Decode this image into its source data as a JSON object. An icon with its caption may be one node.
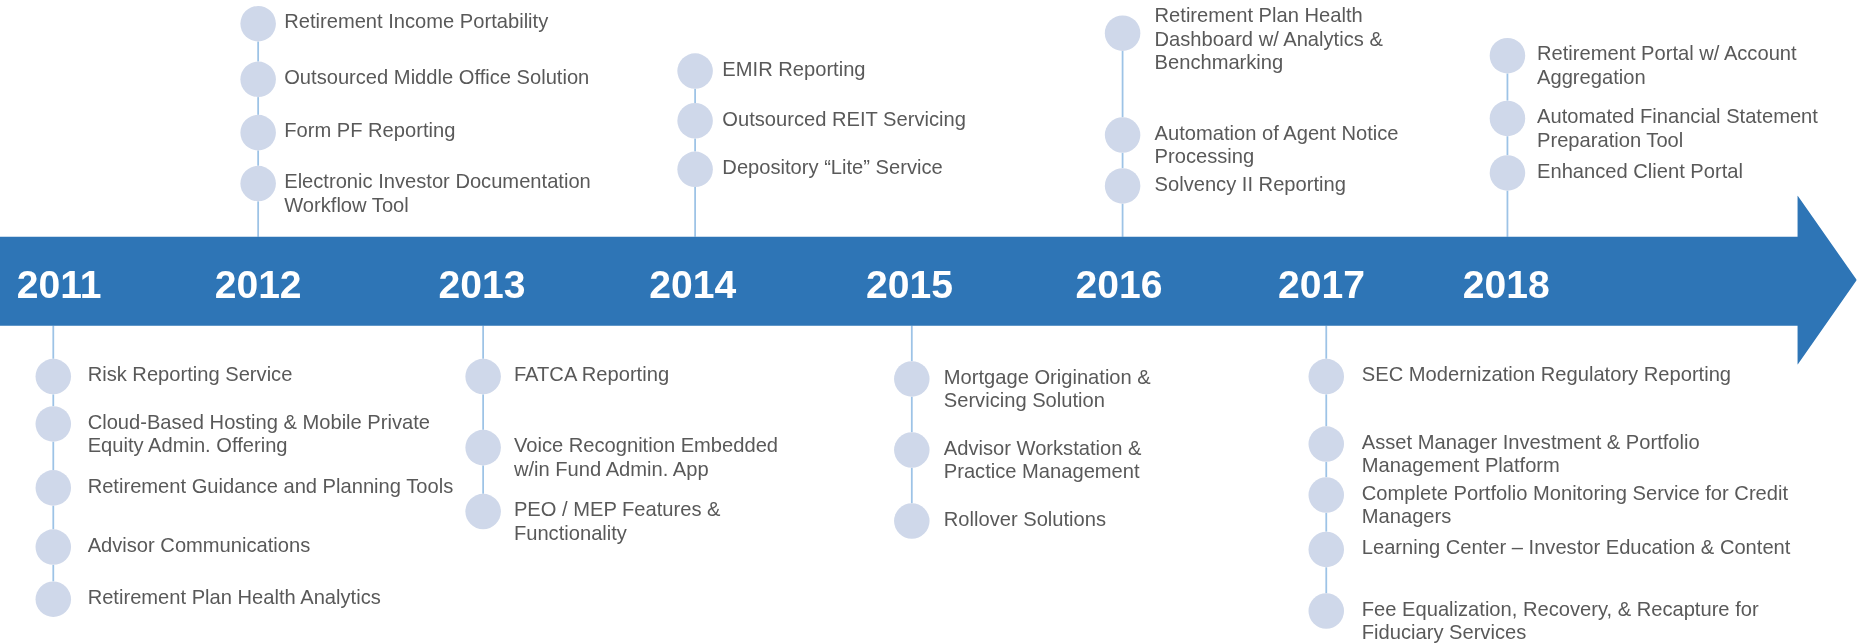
{
  "diagram": {
    "nodes": [
      {
        "text": [],
        "shape": "arrow"
      },
      {
        "text": [
          "2011"
        ],
        "in": 0
      },
      {
        "text": [
          "Risk Reporting Service"
        ]
      },
      {
        "text": [
          "Cloud-Based Hosting & Mobile Private Equity Admin. Offering"
        ]
      },
      {
        "text": [
          "Retirement Guidance and Planning Tools"
        ]
      },
      {
        "text": [
          "Advisor Communications"
        ]
      },
      {
        "text": [
          "Retirement Plan Health Analytics"
        ]
      },
      {
        "text": [
          "2012"
        ],
        "in": 0
      },
      {
        "text": [
          "Retirement Income Portability"
        ]
      },
      {
        "text": [
          "Outsourced Middle Office Solution"
        ]
      },
      {
        "text": [
          "Form PF Reporting"
        ]
      },
      {
        "text": [
          "Electronic Investor Documentation Workflow Tool"
        ]
      },
      {
        "text": [
          "2013"
        ],
        "in": 0
      },
      {
        "text": [
          "FATCA Reporting"
        ]
      },
      {
        "text": [
          "Voice Recognition Embedded w/in Fund Admin. App"
        ]
      },
      {
        "text": [
          "PEO / MEP Features & Functionality"
        ]
      },
      {
        "text": [
          "2014"
        ],
        "in": 0
      },
      {
        "text": [
          "EMIR Reporting"
        ]
      },
      {
        "text": [
          "Outsourced REIT Servicing"
        ]
      },
      {
        "text": [
          "Depository “Lite” Service"
        ]
      },
      {
        "text": [
          "2015"
        ],
        "in": 0
      },
      {
        "text": [
          "Mortgage Origination & Servicing Solution"
        ]
      },
      {
        "text": [
          "Advisor Workstation & Practice Management"
        ]
      },
      {
        "text": [
          "Rollover Solutions"
        ]
      },
      {
        "text": [
          "2016"
        ],
        "in": 0
      },
      {
        "text": [
          "Retirement Plan Health Dashboard w/ Analytics & Benchmarking"
        ]
      },
      {
        "text": [
          "Automation of Agent Notice Processing"
        ]
      },
      {
        "text": [
          "Solvency II Reporting"
        ]
      },
      {
        "text": [
          "2017"
        ],
        "in": 0
      },
      {
        "text": [
          "SEC Modernization Regulatory Reporting"
        ]
      },
      {
        "text": [
          "Asset Manager Investment & Portfolio Management Platform"
        ]
      },
      {
        "text": [
          "Complete Portfolio Monitoring Service for Credit Managers"
        ]
      },
      {
        "text": [
          "Learning Center – Investor Education & Content"
        ]
      },
      {
        "text": [
          "Fee Equalization, Recovery, & Recapture for Fiduciary Services"
        ]
      },
      {
        "text": [
          "2018"
        ],
        "in": 0
      },
      {
        "text": [
          "Retirement Portal w/ Account Aggregation"
        ]
      },
      {
        "text": [
          "Automated Financial Statement Preparation Tool"
        ]
      },
      {
        "text": [
          "Enhanced Client Portal"
        ]
      }
    ],
    "edges": [
      {
        "from": 0,
        "to": 2,
        "arrow": "none"
      },
      {
        "from": 2,
        "to": 3,
        "arrow": "none"
      },
      {
        "from": 3,
        "to": 4,
        "arrow": "none"
      },
      {
        "from": 4,
        "to": 5,
        "arrow": "none"
      },
      {
        "from": 5,
        "to": 6,
        "arrow": "none"
      },
      {
        "from": 0,
        "to": 11,
        "arrow": "none"
      },
      {
        "from": 11,
        "to": 10,
        "arrow": "none"
      },
      {
        "from": 10,
        "to": 9,
        "arrow": "none"
      },
      {
        "from": 9,
        "to": 8,
        "arrow": "none"
      },
      {
        "from": 0,
        "to": 13,
        "arrow": "none"
      },
      {
        "from": 13,
        "to": 14,
        "arrow": "none"
      },
      {
        "from": 14,
        "to": 15,
        "arrow": "none"
      },
      {
        "from": 0,
        "to": 19,
        "arrow": "none"
      },
      {
        "from": 19,
        "to": 18,
        "arrow": "none"
      },
      {
        "from": 18,
        "to": 17,
        "arrow": "none"
      },
      {
        "from": 0,
        "to": 21,
        "arrow": "none"
      },
      {
        "from": 21,
        "to": 22,
        "arrow": "none"
      },
      {
        "from": 22,
        "to": 23,
        "arrow": "none"
      },
      {
        "from": 0,
        "to": 27,
        "arrow": "none"
      },
      {
        "from": 27,
        "to": 26,
        "arrow": "none"
      },
      {
        "from": 26,
        "to": 25,
        "arrow": "none"
      },
      {
        "from": 0,
        "to": 29,
        "arrow": "none"
      },
      {
        "from": 29,
        "to": 30,
        "arrow": "none"
      },
      {
        "from": 30,
        "to": 31,
        "arrow": "none"
      },
      {
        "from": 31,
        "to": 32,
        "arrow": "none"
      },
      {
        "from": 32,
        "to": 33,
        "arrow": "none"
      },
      {
        "from": 0,
        "to": 37,
        "arrow": "none"
      },
      {
        "from": 37,
        "to": 36,
        "arrow": "none"
      },
      {
        "from": 36,
        "to": 35,
        "arrow": "none"
      }
    ]
  }
}
